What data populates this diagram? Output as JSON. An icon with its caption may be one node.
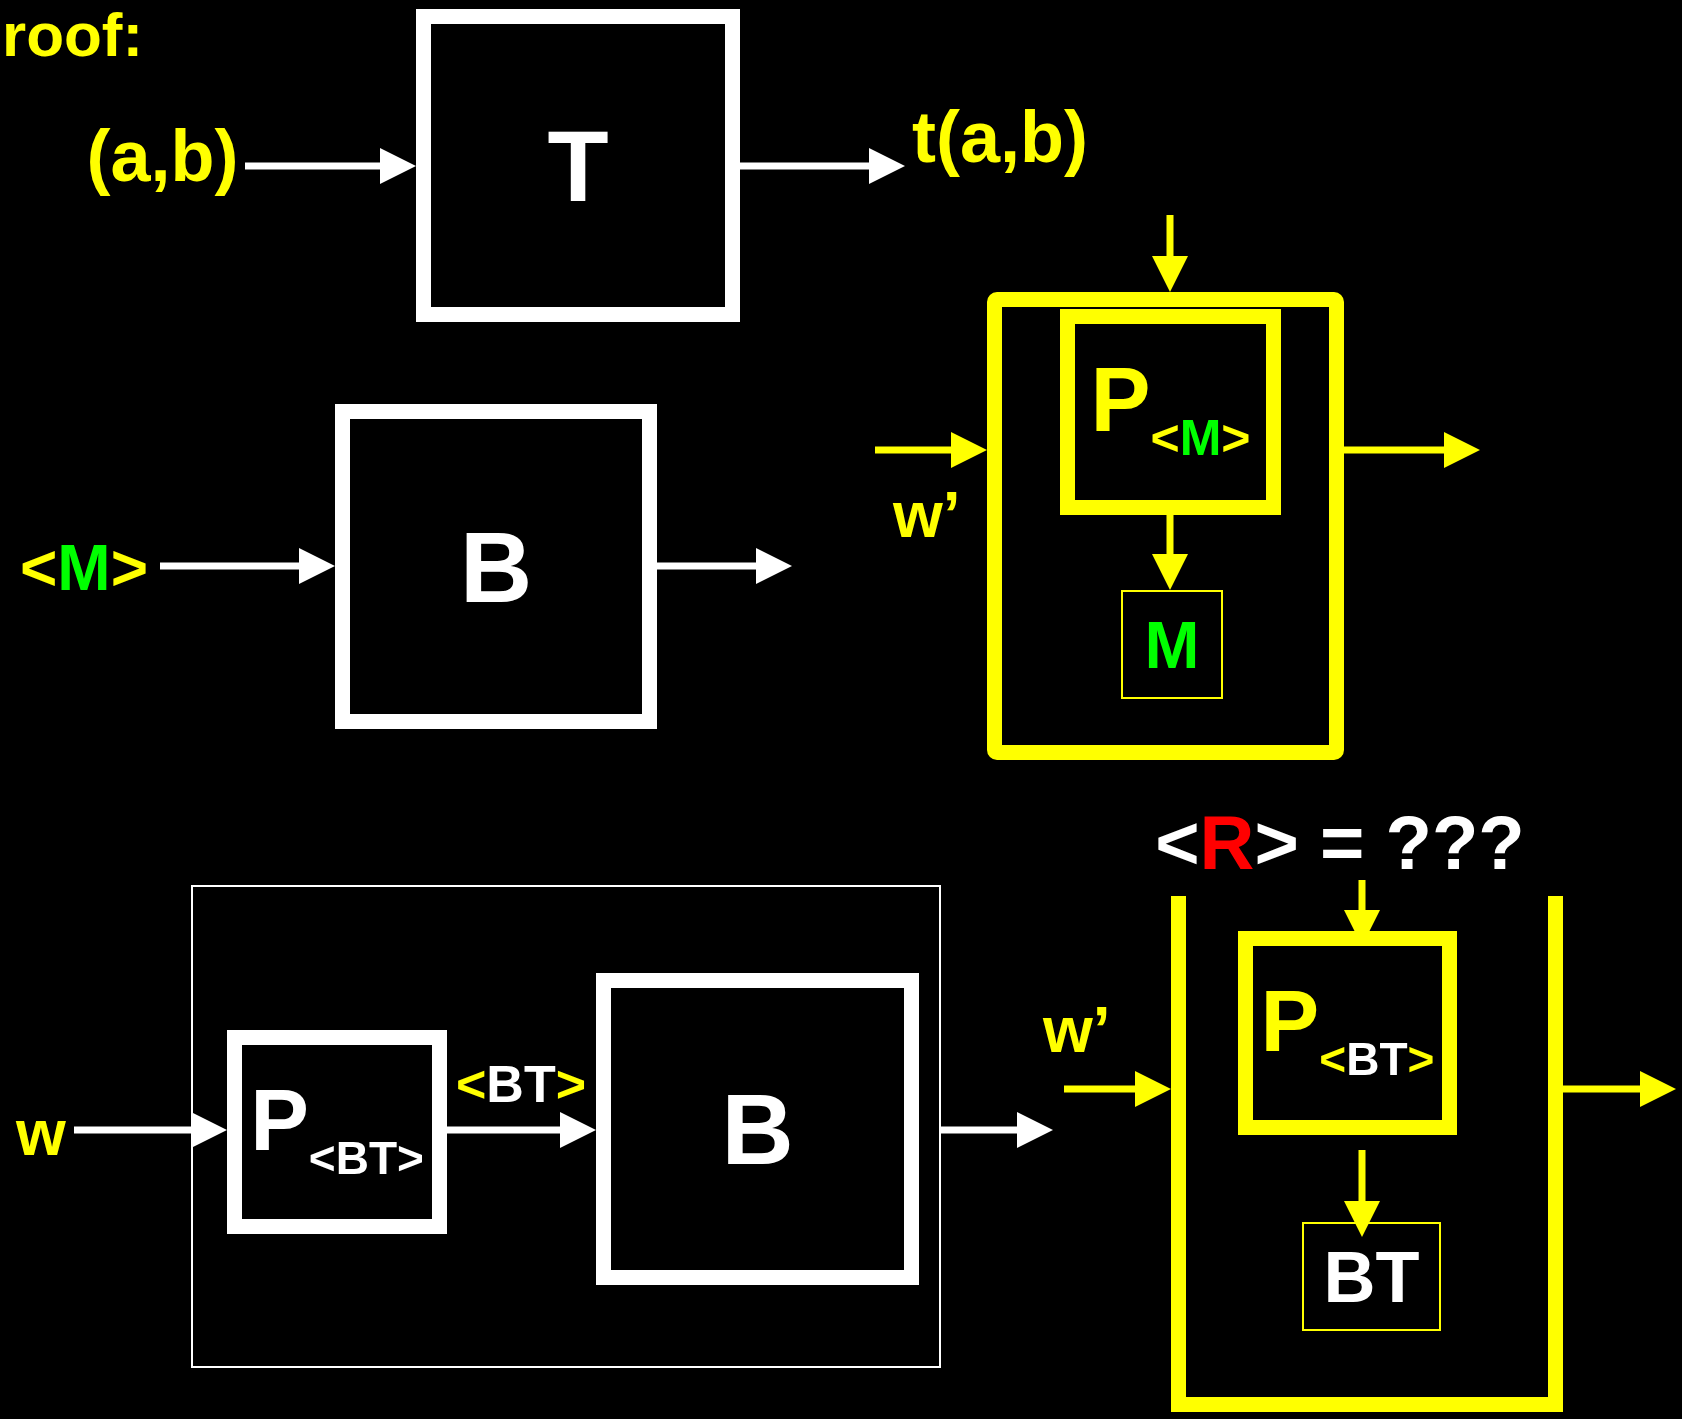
{
  "diagram": {
    "nodes": [
      {
        "text": [
          "(a,b)"
        ]
      },
      {
        "text": [
          "T"
        ]
      },
      {
        "text": [
          "t(a,b)"
        ]
      },
      {
        "text": [
          "<M>"
        ]
      },
      {
        "text": [
          "B"
        ]
      },
      {
        "text": [],
        "shape": "box"
      },
      {
        "text": [
          "P",
          "<M>"
        ],
        "in": 5
      },
      {
        "text": [
          "M"
        ],
        "in": 5
      },
      {
        "text": [
          "<R> = ???"
        ]
      },
      {
        "text": [
          "w"
        ]
      },
      {
        "text": [],
        "shape": "box"
      },
      {
        "text": [
          "P",
          "<BT>"
        ],
        "in": 10
      },
      {
        "text": [
          "B"
        ],
        "in": 10
      },
      {
        "text": [],
        "shape": "box"
      },
      {
        "text": [
          "P",
          "<BT>"
        ],
        "in": 13
      },
      {
        "text": [
          "BT"
        ],
        "in": 13
      }
    ],
    "edges": [
      {
        "from": 0,
        "to": 1,
        "arrow": "to",
        "color": "#ffffff"
      },
      {
        "from": 1,
        "to": 2,
        "arrow": "to",
        "color": "#ffffff"
      },
      {
        "from": 3,
        "to": 4,
        "arrow": "to",
        "color": "#ffffff"
      },
      {
        "from": 4,
        "to": null,
        "arrow": "to",
        "color": "#ffffff"
      },
      {
        "from": null,
        "to": 5,
        "arrow": "to"
      },
      {
        "from": null,
        "to": 5,
        "arrow": "to"
      },
      {
        "from": 6,
        "to": 7,
        "arrow": "to"
      },
      {
        "from": 5,
        "to": null,
        "arrow": "to"
      },
      {
        "from": 9,
        "to": 11,
        "arrow": "to",
        "color": "#ffffff"
      },
      {
        "from": 11,
        "to": 12,
        "arrow": "to",
        "color": "#ffffff",
        "label": "<BT>"
      },
      {
        "from": 10,
        "to": null,
        "arrow": "to",
        "color": "#ffffff"
      },
      {
        "from": 8,
        "to": 14,
        "arrow": "to"
      },
      {
        "from": null,
        "to": 13,
        "arrow": "to"
      },
      {
        "from": 14,
        "to": 15,
        "arrow": "to"
      },
      {
        "from": 13,
        "to": null,
        "arrow": "to"
      }
    ],
    "labels": [
      "roof:",
      "w’",
      "w’"
    ]
  }
}
